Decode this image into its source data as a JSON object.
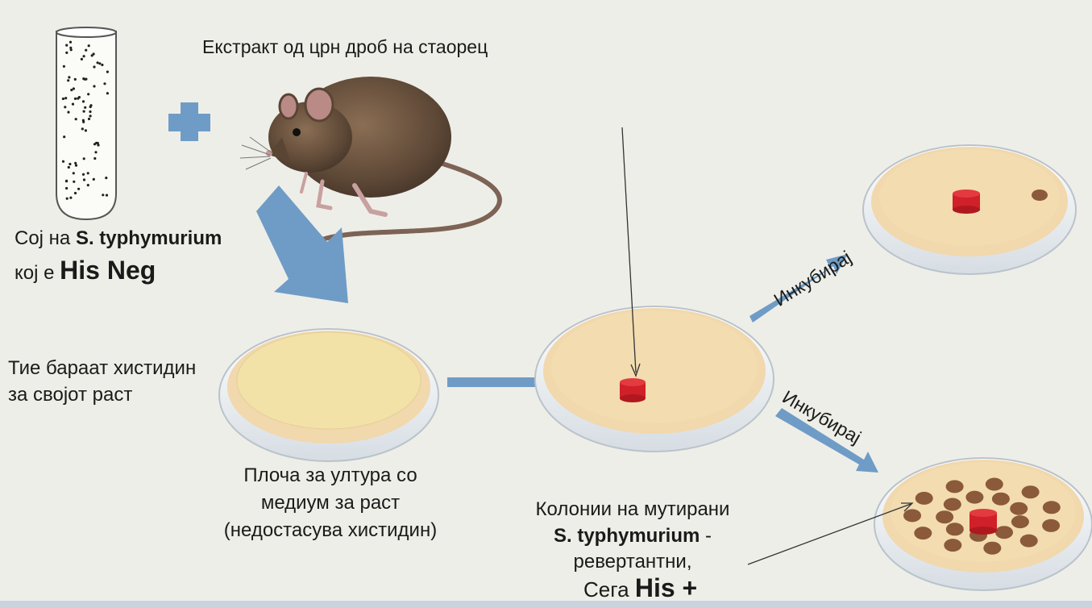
{
  "labels": {
    "extract": "Екстракт од црн дроб на стаорец",
    "strain_prefix": "Сој на ",
    "strain_name": "S. typhymurium",
    "strain_line2_prefix": "кој е ",
    "strain_his_neg": "His Neg",
    "need_line1": "Тие бараат хистидин",
    "need_line2": "за својот раст",
    "plate_line1": "Плоча за ултура со",
    "plate_line2": "медиум за раст",
    "plate_line3": "(недостасува хистидин)",
    "colonies_line1": "Колонии на мутирани",
    "colonies_name": "S. typhymurium",
    "colonies_dash": " -",
    "colonies_line3": "ревертантни,",
    "colonies_now": "Сега ",
    "colonies_his_plus": "His +",
    "incubate_top": "Инкубирај",
    "incubate_bottom": "Инкубирај"
  },
  "colors": {
    "arrow": "#6f9cc6",
    "medium": "#f1d8ad",
    "medium_light": "#f3e2a8",
    "disc": "#d0202a",
    "colony": "#8a5a3a"
  }
}
